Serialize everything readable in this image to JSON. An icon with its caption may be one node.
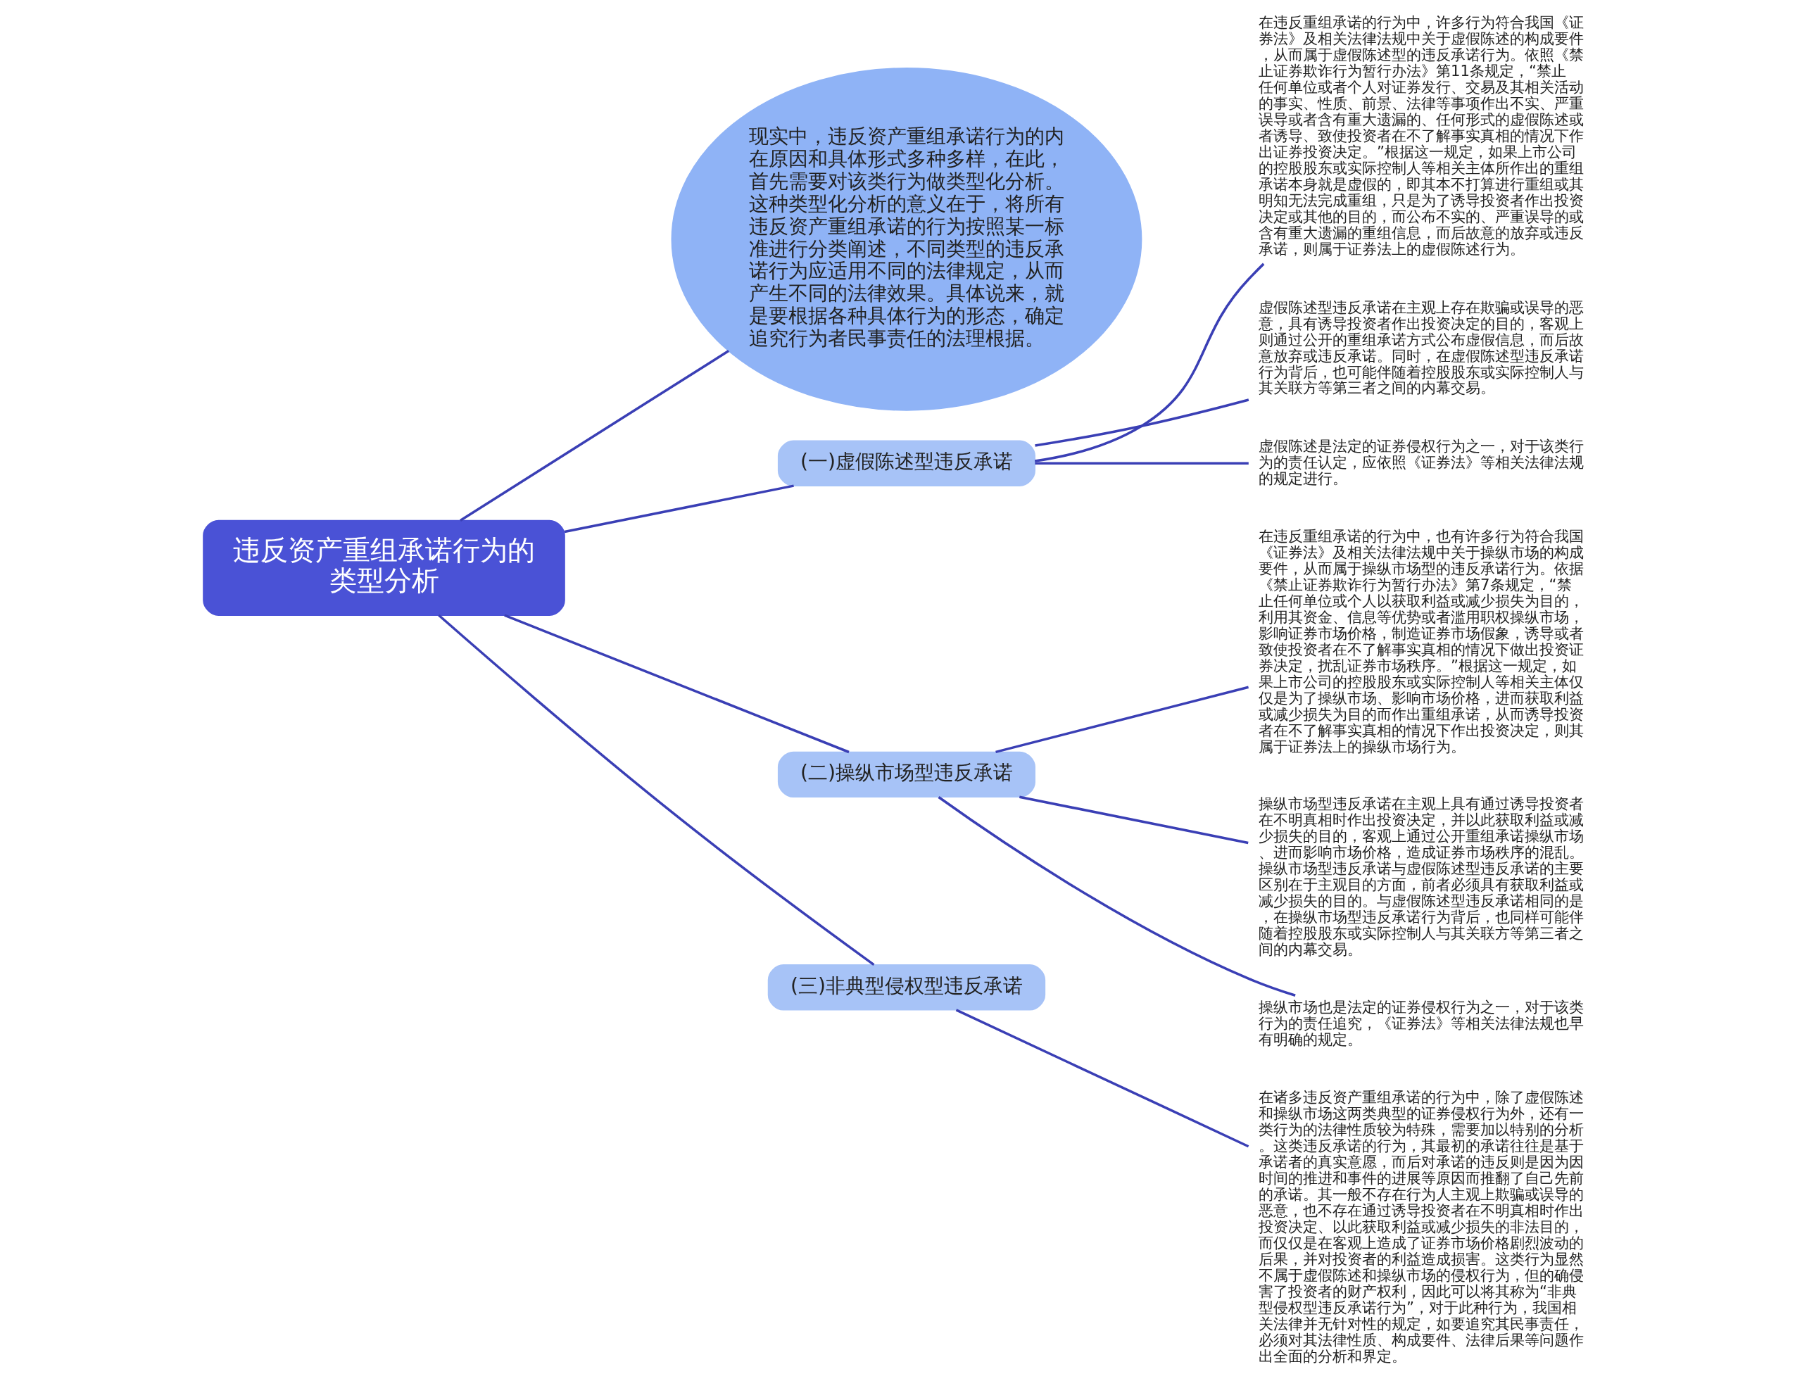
{
  "diagram": {
    "nodes": [
      {
        "text": [
          "违反资产重组承诺行为的类型分析"
        ]
      },
      {
        "text": [
          "现实中，违反资产重组承诺行为的内在原因和具体形式多种多样，在此，首先需要对该类行为做类型化分析。这种类型化分析的意义在于，将所有违反资产重组承诺的行为按照某一标准进行分类阐述，不同类型的违反承诺行为应适用不同的法律规定，从而产生不同的法律效果。具体说来，就是要根据各种具体行为的形态，确定追究行为者民事责任的法理根据。"
        ]
      },
      {
        "text": [
          "(一)虚假陈述型违反承诺"
        ]
      },
      {
        "text": [
          "在违反重组承诺的行为中，许多行为符合我国《证券法》及相关法律法规中关于虚假陈述的构成要件，从而属于虚假陈述型的违反承诺行为。依照《禁止证券欺诈行为暂行办法》第11条规定，“禁止任何单位或者个人对证券发行、交易及其相关活动的事实、性质、前景、法律等事项作出不实、严重误导或者含有重大遗漏的、任何形式的虚假陈述或者诱导、致使投资者在不了解事实真相的情况下作出证券投资决定。”根据这一规定，如果上市公司的控股股东或实际控制人等相关主体所作出的重组承诺本身就是虚假的，即其本不打算进行重组或其明知无法完成重组，只是为了诱导投资者作出投资决定或其他的目的，而公布不实的、严重误导的或含有重大遗漏的重组信息，而后故意的放弃或违反承诺，则属于证券法上的虚假陈述行为。"
        ]
      },
      {
        "text": [
          "虚假陈述型违反承诺在主观上存在欺骗或误导的恶意，具有诱导投资者作出投资决定的目的，客观上则通过公开的重组承诺方式公布虚假信息，而后故意放弃或违反承诺。同时，在虚假陈述型违反承诺行为背后，也可能伴随着控股股东或实际控制人与其关联方等第三者之间的内幕交易。"
        ]
      },
      {
        "text": [
          "虚假陈述是法定的证券侵权行为之一，对于该类行为的责任认定，应依照《证券法》等相关法律法规的规定进行。"
        ]
      },
      {
        "text": [
          "(二)操纵市场型违反承诺"
        ]
      },
      {
        "text": [
          "在违反重组承诺的行为中，也有许多行为符合我国《证券法》及相关法律法规中关于操纵市场的构成要件，从而属于操纵市场型的违反承诺行为。依据《禁止证券欺诈行为暂行办法》第7条规定，“禁止任何单位或个人以获取利益或减少损失为目的，利用其资金、信息等优势或者滥用职权操纵市场，影响证券市场价格，制造证券市场假象，诱导或者致使投资者在不了解事实真相的情况下做出投资证券决定，扰乱证券市场秩序。”根据这一规定，如果上市公司的控股股东或实际控制人等相关主体仅仅是为了操纵市场、影响市场价格，进而获取利益或减少损失为目的而作出重组承诺，从而诱导投资者在不了解事实真相的情况下作出投资决定，则其属于证券法上的操纵市场行为。"
        ]
      },
      {
        "text": [
          "操纵市场型违反承诺在主观上具有通过诱导投资者在不明真相时作出投资决定，并以此获取利益或减少损失的目的，客观上通过公开重组承诺操纵市场、进而影响市场价格，造成证券市场秩序的混乱。操纵市场型违反承诺与虚假陈述型违反承诺的主要区别在于主观目的方面，前者必须具有获取利益或减少损失的目的。与虚假陈述型违反承诺相同的是，在操纵市场型违反承诺行为背后，也同样可能伴随着控股股东或实际控制人与其关联方等第三者之间的内幕交易。"
        ]
      },
      {
        "text": [
          "操纵市场也是法定的证券侵权行为之一，对于该类行为的责任追究，《证券法》等相关法律法规也早有明确的规定。"
        ]
      },
      {
        "text": [
          "(三)非典型侵权型违反承诺"
        ]
      },
      {
        "text": [
          "在诸多违反资产重组承诺的行为中，除了虚假陈述和操纵市场这两类典型的证券侵权行为外，还有一类行为的法律性质较为特殊，需要加以特别的分析。这类违反承诺的行为，其最初的承诺往往是基于承诺者的真实意愿，而后对承诺的违反则是因为因时间的推进和事件的进展等原因而推翻了自己先前的承诺。其一般不存在行为人主观上欺骗或误导的恶意，也不存在通过诱导投资者在不明真相时作出投资决定、以此获取利益或减少损失的非法目的，而仅仅是在客观上造成了证券市场价格剧烈波动的后果，并对投资者的利益造成损害。这类行为显然不属于虚假陈述和操纵市场的侵权行为，但的确侵害了投资者的财产权利，因此可以将其称为“非典型侵权型违反承诺行为”，对于此种行为，我国相关法律并无针对性的规定，如要追究其民事责任，必须对其法律性质、构成要件、法律后果等问题作出全面的分析和界定。"
        ]
      }
    ],
    "edges": [
      {
        "from": 0,
        "to": 1,
        "arrow": "none"
      },
      {
        "from": 0,
        "to": 2,
        "arrow": "none"
      },
      {
        "from": 2,
        "to": 3,
        "arrow": "none"
      },
      {
        "from": 2,
        "to": 4,
        "arrow": "none"
      },
      {
        "from": 2,
        "to": 5,
        "arrow": "none"
      },
      {
        "from": 0,
        "to": 6,
        "arrow": "none"
      },
      {
        "from": 6,
        "to": 7,
        "arrow": "none"
      },
      {
        "from": 6,
        "to": 8,
        "arrow": "none"
      },
      {
        "from": 6,
        "to": 9,
        "arrow": "none"
      },
      {
        "from": 0,
        "to": 10,
        "arrow": "none"
      },
      {
        "from": 10,
        "to": 11,
        "arrow": "none"
      }
    ]
  }
}
